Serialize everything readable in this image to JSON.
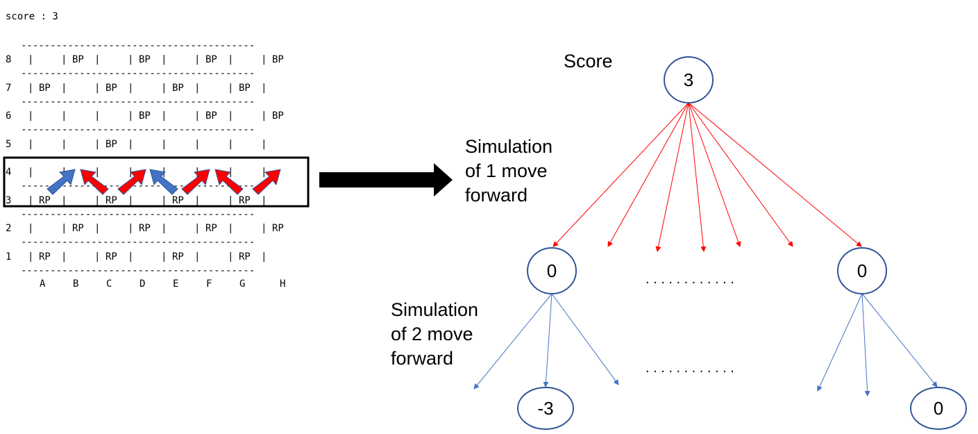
{
  "score_line": "score : 3",
  "board": {
    "ranks": [
      "8",
      "7",
      "6",
      "5",
      "4",
      "3",
      "2",
      "1"
    ],
    "files": [
      "A",
      "B",
      "C",
      "D",
      "E",
      "F",
      "G",
      "H"
    ],
    "rows": [
      {
        "rank": "8",
        "cells": [
          "",
          "BP",
          "",
          "BP",
          "",
          "BP",
          "",
          "BP"
        ]
      },
      {
        "rank": "7",
        "cells": [
          "BP",
          "",
          "BP",
          "",
          "BP",
          "",
          "BP",
          ""
        ]
      },
      {
        "rank": "6",
        "cells": [
          "",
          "",
          "",
          "BP",
          "",
          "BP",
          "",
          "BP"
        ]
      },
      {
        "rank": "5",
        "cells": [
          "",
          "",
          "BP",
          "",
          "",
          "",
          "",
          ""
        ]
      },
      {
        "rank": "4",
        "cells": [
          "",
          "",
          "",
          "",
          "",
          "",
          "",
          ""
        ]
      },
      {
        "rank": "3",
        "cells": [
          "RP",
          "",
          "RP",
          "",
          "RP",
          "",
          "RP",
          ""
        ]
      },
      {
        "rank": "2",
        "cells": [
          "",
          "RP",
          "",
          "RP",
          "",
          "RP",
          "",
          "RP"
        ]
      },
      {
        "rank": "1",
        "cells": [
          "RP",
          "",
          "RP",
          "",
          "RP",
          "",
          "RP",
          ""
        ]
      }
    ],
    "move_arrow_colors": [
      "blue",
      "red",
      "red",
      "blue",
      "red",
      "red",
      "red"
    ],
    "colors": {
      "blue": "#4472C4",
      "red": "#FF0000",
      "outline": "#2F5597"
    }
  },
  "tree": {
    "score_label": "Score",
    "root": "3",
    "level1_label": [
      "Simulation",
      "of 1 move",
      "forward"
    ],
    "level1": [
      "0",
      "0"
    ],
    "level2_label": [
      "Simulation",
      "of 2 move",
      "forward"
    ],
    "level2": [
      "-3",
      "0"
    ],
    "ellipsis": ". . . . . . . . . . . .",
    "colors": {
      "level1_edges": "#FF0000",
      "level2_edges": "#4472C4",
      "node_outline": "#2F5597"
    }
  }
}
